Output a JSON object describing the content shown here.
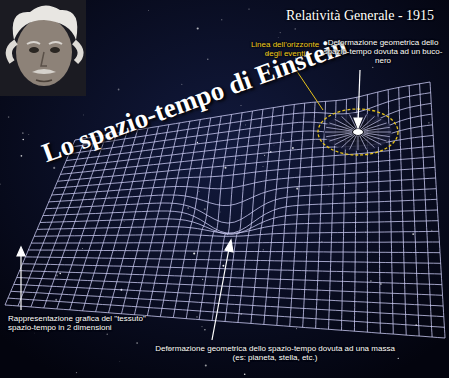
{
  "diagram": {
    "title": "Lo spazio-tempo di Einstein",
    "labels": [
      "Relatività Generale - 1915",
      "Linea dell'orizzonte degli eventi",
      "Deformazione geometrica dello spazio-tempo dovuta ad un buco-nero",
      "Rappresentazione grafica del \"tessuto\" spazio-tempo in 2 dimensioni",
      "Deformazione geometrica dello spazio-tempo dovuta ad una massa (es: pianeta, stella, etc.)"
    ]
  }
}
